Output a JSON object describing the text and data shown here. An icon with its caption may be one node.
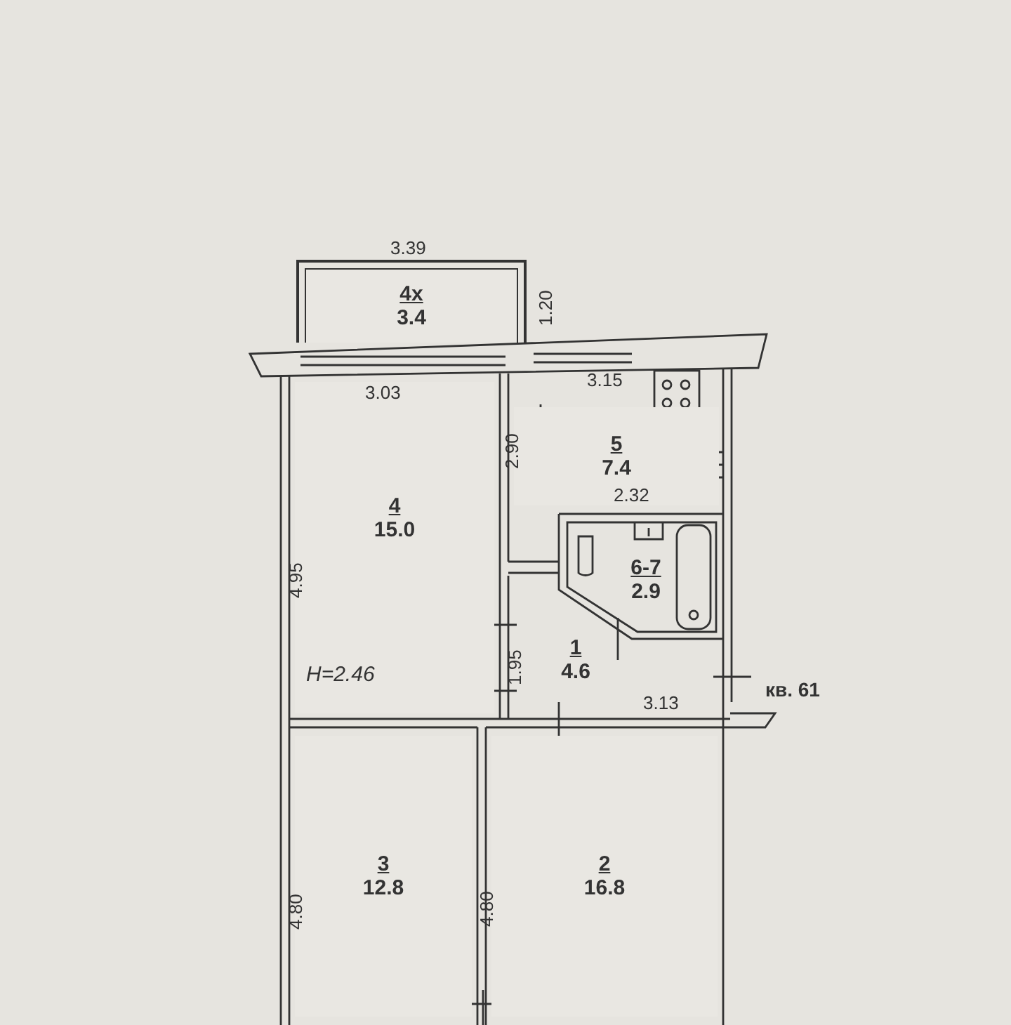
{
  "diagram": {
    "nodes": [
      {
        "text": [
          "4х",
          "3.4"
        ]
      },
      {
        "text": [
          "4",
          "15.0"
        ]
      },
      {
        "text": [
          "5",
          "7.4"
        ]
      },
      {
        "text": [
          "6-7",
          "2.9"
        ]
      },
      {
        "text": [
          "1",
          "4.6"
        ]
      },
      {
        "text": [
          "3",
          "12.8"
        ]
      },
      {
        "text": [
          "2",
          "16.8"
        ]
      }
    ],
    "labels": [
      "3.39",
      "1.20",
      "3.03",
      "3.15",
      "2.90",
      "2.32",
      "4.95",
      "1.95",
      "H=2.46",
      "кв. 61",
      "3.13",
      "4.80",
      "4.80"
    ]
  }
}
